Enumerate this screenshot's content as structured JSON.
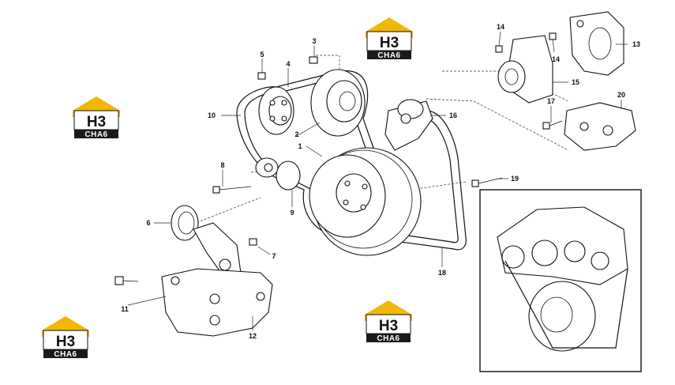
{
  "brand": {
    "mark": "H3",
    "word": "CHA6",
    "colors": {
      "accent": "#f2b705",
      "dark": "#1a1a1a"
    }
  },
  "callouts": [
    "1",
    "2",
    "3",
    "4",
    "5",
    "6",
    "7",
    "8",
    "9",
    "10",
    "11",
    "12",
    "13",
    "14",
    "14",
    "15",
    "16",
    "17",
    "18",
    "19",
    "20"
  ]
}
